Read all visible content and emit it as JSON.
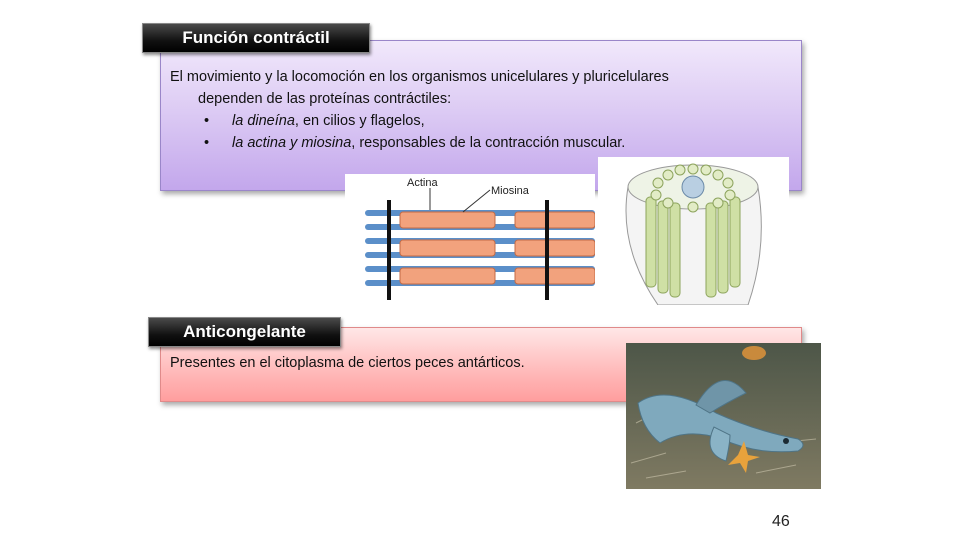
{
  "slide": {
    "page_number": "46"
  },
  "contractile": {
    "title": "Función contráctil",
    "intro": "El movimiento y la locomoción en los organismos unicelulares y pluricelulares",
    "intro_cont": "dependen de las proteínas contráctiles:",
    "bullet_symbol": "•",
    "bullets": [
      {
        "italic": "la dineína",
        "rest": ", en cilios y flagelos,"
      },
      {
        "italic": "la actina y miosina",
        "rest": ", responsables de la contracción muscular."
      }
    ],
    "figure_labels": {
      "actin": "Actina",
      "myosin": "Miosina"
    }
  },
  "antifreeze": {
    "title": "Anticongelante",
    "text": "Presentes en el citoplasma de ciertos peces antárticos."
  },
  "colors": {
    "contractile_panel": "#c3a7ec",
    "antifreeze_panel": "#ff9e9e",
    "tab": "#111111",
    "actin": "#5b8fc9",
    "myosin": "#f2a27d"
  }
}
